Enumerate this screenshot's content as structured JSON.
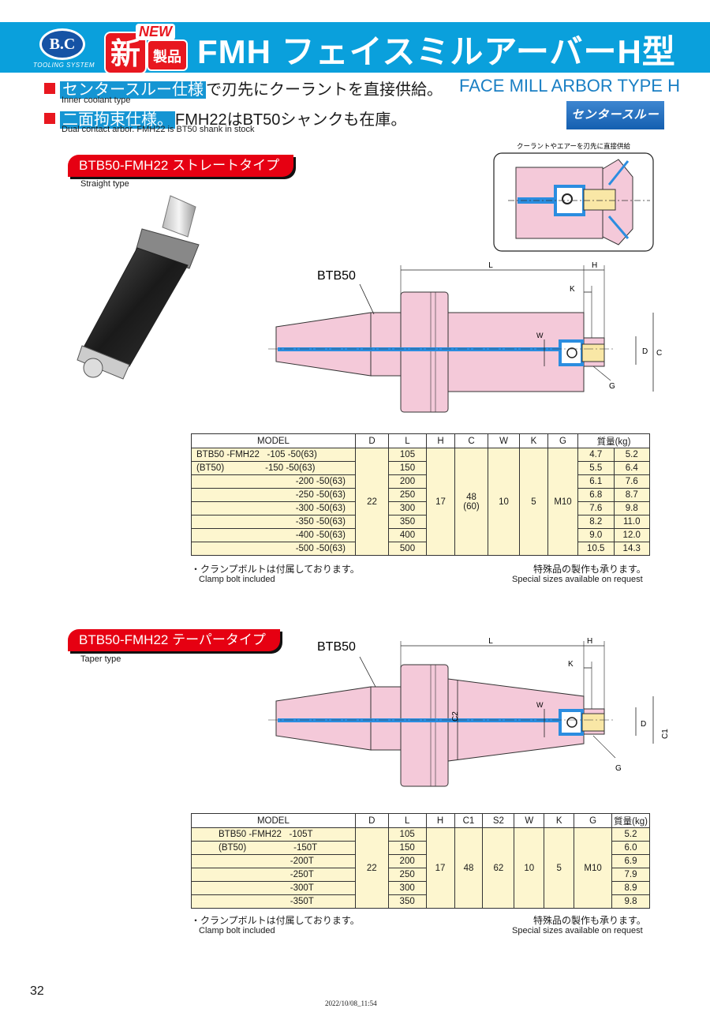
{
  "header": {
    "logo_text": "B.C",
    "logo_sub": "TOOLING SYSTEM",
    "badge_shin": "新",
    "badge_new": "NEW",
    "badge_seihin": "製品",
    "title": "FMH フェイスミルアーバーH型"
  },
  "intro": {
    "line1_highlight": "センタースルー仕様",
    "line1_rest": "で刃先にクーラントを直接供給。",
    "line1_en": "Inner coolant type",
    "line2_highlight": "二面拘束仕様。",
    "line2_rest": "FMH22はBT50シャンクも在庫。",
    "line2_en": "Dual contact arbor. FMH22 is BT50 shank in stock",
    "en_title": "FACE MILL ARBOR TYPE H",
    "center_through": "センタースルー"
  },
  "detail": {
    "caption": "クーラントやエアーを刃先に直接供給"
  },
  "colors": {
    "brand_blue": "#0aa0dc",
    "accent_red": "#e60012",
    "body_pink": "#f4c9d9",
    "table_yellow": "#fdf6cf"
  },
  "straight": {
    "pill": "BTB50-FMH22 ストレートタイプ",
    "sub": "Straight type",
    "drawing": {
      "shank": "BTB50",
      "L": "L",
      "H": "H",
      "K": "K",
      "W": "W",
      "D": "D",
      "C": "C",
      "G": "G"
    },
    "table": {
      "headers": [
        "MODEL",
        "D",
        "L",
        "H",
        "C",
        "W",
        "K",
        "G",
        "質量(kg)"
      ],
      "rows": [
        {
          "m1": "BTB50 -FMH22",
          "m2": "-105 -50(63)",
          "L": "105",
          "w1": "4.7",
          "w2": "5.2"
        },
        {
          "m1": "(BT50)",
          "m2": "-150 -50(63)",
          "L": "150",
          "w1": "5.5",
          "w2": "6.4"
        },
        {
          "m1": "",
          "m2": "-200 -50(63)",
          "L": "200",
          "w1": "6.1",
          "w2": "7.6"
        },
        {
          "m1": "",
          "m2": "-250 -50(63)",
          "L": "250",
          "w1": "6.8",
          "w2": "8.7"
        },
        {
          "m1": "",
          "m2": "-300 -50(63)",
          "L": "300",
          "w1": "7.6",
          "w2": "9.8"
        },
        {
          "m1": "",
          "m2": "-350 -50(63)",
          "L": "350",
          "w1": "8.2",
          "w2": "11.0"
        },
        {
          "m1": "",
          "m2": "-400 -50(63)",
          "L": "400",
          "w1": "9.0",
          "w2": "12.0"
        },
        {
          "m1": "",
          "m2": "-500 -50(63)",
          "L": "500",
          "w1": "10.5",
          "w2": "14.3"
        }
      ],
      "D": "22",
      "H": "17",
      "C": "48",
      "C_alt": "(60)",
      "W": "10",
      "K": "5",
      "G": "M10"
    },
    "note_jp": "・クランプボルトは付属しております。",
    "note_en": "Clamp bolt included",
    "special_jp": "特殊品の製作も承ります。",
    "special_en": "Special sizes available on request"
  },
  "taper": {
    "pill": "BTB50-FMH22 テーパータイプ",
    "sub": "Taper type",
    "drawing": {
      "shank": "BTB50",
      "L": "L",
      "H": "H",
      "K": "K",
      "W": "W",
      "D": "D",
      "C1": "C1",
      "C2": "C2",
      "G": "G"
    },
    "table": {
      "headers": [
        "MODEL",
        "D",
        "L",
        "H",
        "C1",
        "S2",
        "W",
        "K",
        "G",
        "質量(kg)"
      ],
      "rows": [
        {
          "m1": "BTB50 -FMH22",
          "m2": "-105T",
          "L": "105",
          "w": "5.2"
        },
        {
          "m1": "(BT50)",
          "m2": "-150T",
          "L": "150",
          "w": "6.0"
        },
        {
          "m1": "",
          "m2": "-200T",
          "L": "200",
          "w": "6.9"
        },
        {
          "m1": "",
          "m2": "-250T",
          "L": "250",
          "w": "7.9"
        },
        {
          "m1": "",
          "m2": "-300T",
          "L": "300",
          "w": "8.9"
        },
        {
          "m1": "",
          "m2": "-350T",
          "L": "350",
          "w": "9.8"
        }
      ],
      "D": "22",
      "H": "17",
      "C1": "48",
      "S2": "62",
      "W": "10",
      "K": "5",
      "G": "M10"
    },
    "note_jp": "・クランプボルトは付属しております。",
    "note_en": "Clamp bolt included",
    "special_jp": "特殊品の製作も承ります。",
    "special_en": "Special sizes available on request"
  },
  "footer": {
    "page_number": "32",
    "stamp": "2022/10/08_11:54"
  }
}
